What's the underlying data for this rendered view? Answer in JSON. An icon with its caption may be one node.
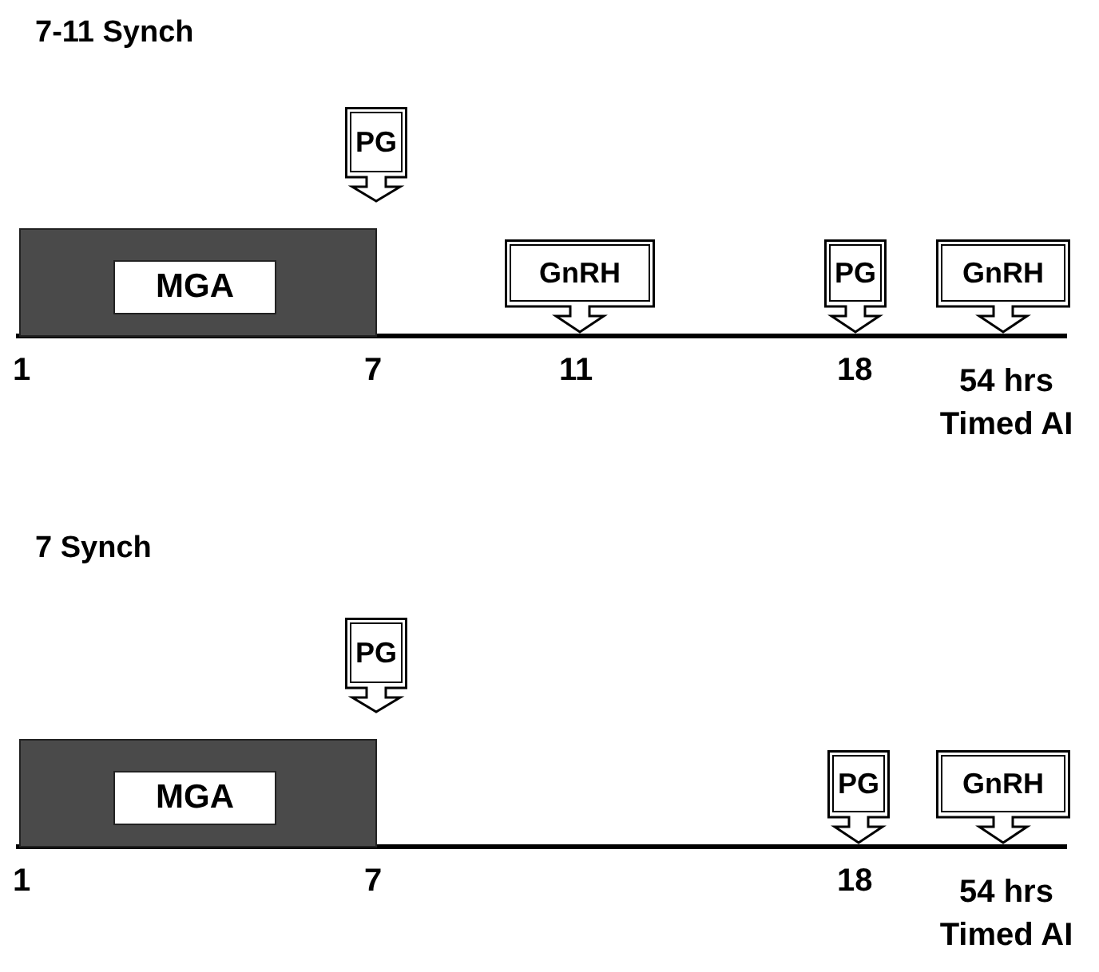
{
  "diagram": {
    "nodes": [
      {
        "text": [],
        "shape": "bar"
      },
      {
        "text": [
          "MGA"
        ],
        "in": 0
      },
      {
        "text": [
          "PG"
        ]
      },
      {
        "text": [
          "GnRH"
        ]
      },
      {
        "text": [
          "PG"
        ]
      },
      {
        "text": [
          "GnRH"
        ]
      },
      {
        "text": [],
        "shape": "bar"
      },
      {
        "text": [
          "MGA"
        ],
        "in": 6
      },
      {
        "text": [
          "PG"
        ]
      },
      {
        "text": [
          "PG"
        ]
      },
      {
        "text": [
          "GnRH"
        ]
      }
    ],
    "labels": [
      "7-11 Synch",
      "1",
      "7",
      "11",
      "18",
      "54 hrs Timed AI",
      "7 Synch",
      "1",
      "7",
      "18",
      "54 hrs Timed AI"
    ]
  }
}
